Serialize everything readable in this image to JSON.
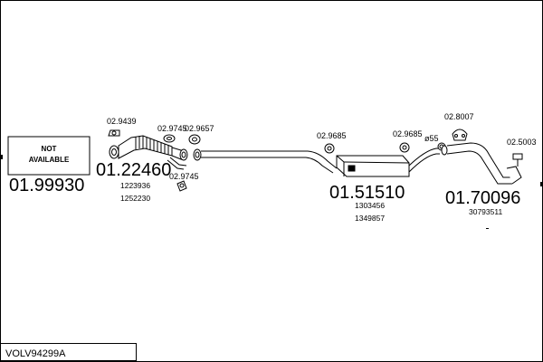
{
  "model_code": "VOLV94299A",
  "not_available": [
    "NOT",
    "AVAILABLE"
  ],
  "assembly_number": "01.99930",
  "parts": {
    "front_pipe": {
      "number": "01.22460",
      "oe": [
        "1223936",
        "1252230"
      ]
    },
    "middle_silencer": {
      "number": "01.51510",
      "oe": [
        "1303456",
        "1349857"
      ]
    },
    "rear_silencer": {
      "number": "01.70096",
      "oe": [
        "30793511"
      ]
    }
  },
  "fittings": {
    "f1": "02.9439",
    "f2": "02.9745",
    "f3": "02.9657",
    "f4": "02.9745",
    "f5": "02.9685",
    "f6": "02.9685",
    "f7": "02.8007",
    "f8": "02.5003"
  },
  "diameter_label": "ø55"
}
